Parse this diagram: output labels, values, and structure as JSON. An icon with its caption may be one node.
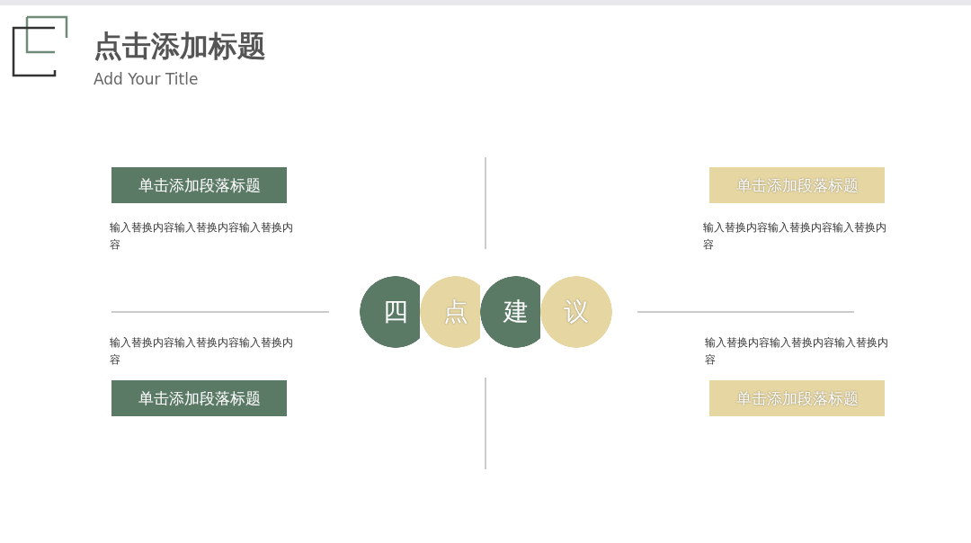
{
  "diagram": {
    "title": "点击添加标题",
    "nodes": [
      {
        "text": [
          "单击添加段落标题"
        ],
        "beside": [
          "输入替换内容输入替换内容输入替换内容"
        ]
      },
      {
        "text": [
          "单击添加段落标题"
        ],
        "beside": [
          "输入替换内容输入替换内容输入替换内容"
        ]
      },
      {
        "text": [
          "四"
        ]
      },
      {
        "text": [
          "点"
        ]
      },
      {
        "text": [
          "建"
        ]
      },
      {
        "text": [
          "议"
        ]
      },
      {
        "text": [
          "单击添加段落标题"
        ],
        "beside": [
          "输入替换内容输入替换内容输入替换内容"
        ]
      },
      {
        "text": [
          "单击添加段落标题"
        ],
        "beside": [
          "输入替换内容输入替换内容输入替换内容"
        ]
      }
    ],
    "edges": [],
    "labels": [
      "Add Your Title"
    ]
  }
}
